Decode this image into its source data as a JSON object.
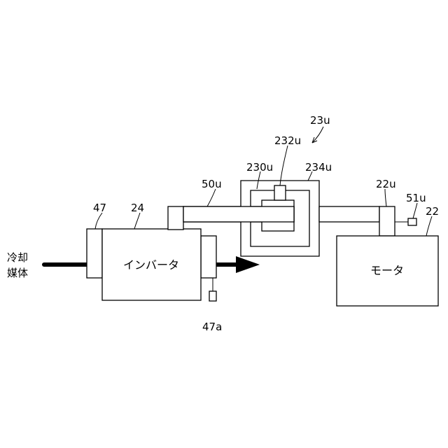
{
  "labels": {
    "coolant_line1": "冷却",
    "coolant_line2": "媒体",
    "inverter": "インバータ",
    "motor": "モータ",
    "ref_47": "47",
    "ref_24": "24",
    "ref_47a": "47a",
    "ref_50u": "50u",
    "ref_230u": "230u",
    "ref_232u": "232u",
    "ref_23u": "23u",
    "ref_234u": "234u",
    "ref_22u": "22u",
    "ref_51u": "51u",
    "ref_22": "22"
  }
}
